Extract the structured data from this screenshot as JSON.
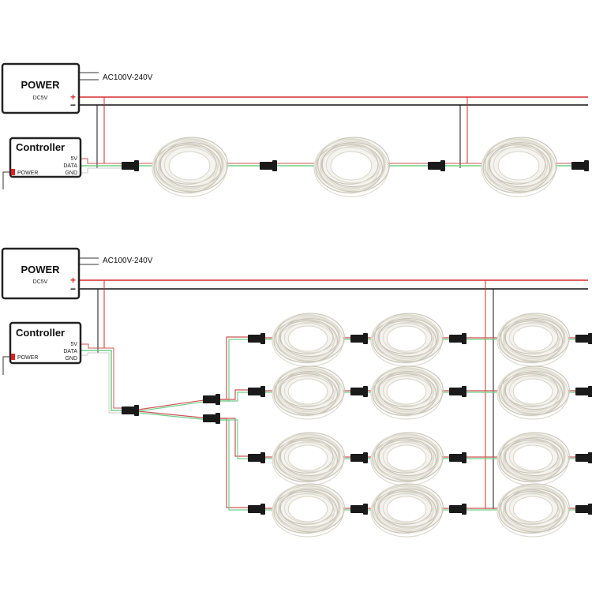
{
  "diagrams": [
    {
      "power": {
        "title": "POWER",
        "output": "DC5V",
        "input": "AC100V-240V",
        "plus": "+",
        "minus": "−"
      },
      "controller": {
        "title": "Controller",
        "pins": [
          "5V",
          "DATA",
          "GND"
        ],
        "power_label": "POWER"
      }
    },
    {
      "power": {
        "title": "POWER",
        "output": "DC5V",
        "input": "AC100V-240V",
        "plus": "+",
        "minus": "−"
      },
      "controller": {
        "title": "Controller",
        "pins": [
          "5V",
          "DATA",
          "GND"
        ],
        "power_label": "POWER"
      }
    }
  ],
  "colors": {
    "positive": "#d62b2b",
    "negative": "#111111",
    "data": "#6fd08a",
    "wire5v": "#c55"
  }
}
